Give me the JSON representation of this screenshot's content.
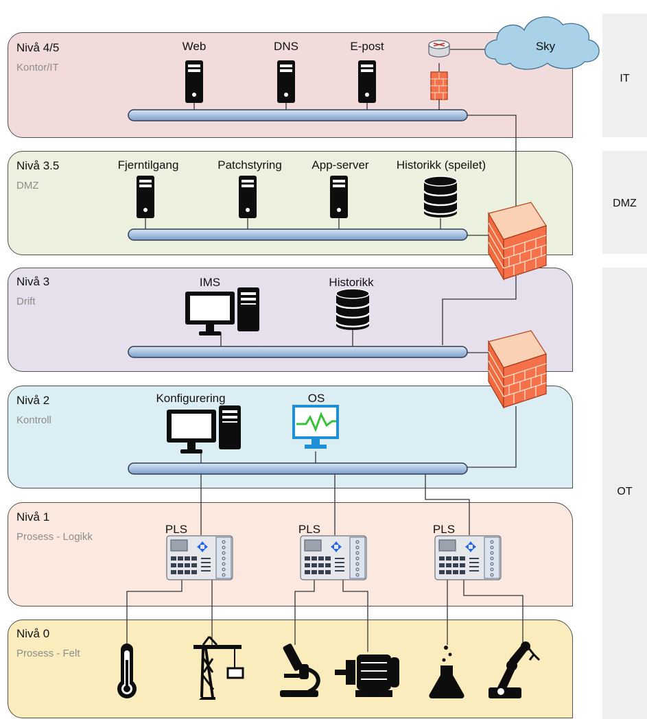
{
  "zones": [
    {
      "id": "it",
      "label": "IT"
    },
    {
      "id": "dmz",
      "label": "DMZ"
    },
    {
      "id": "ot",
      "label": "OT"
    }
  ],
  "levels": [
    {
      "id": "l45",
      "title": "Nivå 4/5",
      "subtitle": "Kontor/IT",
      "color": "#f2dcdb"
    },
    {
      "id": "l35",
      "title": "Nivå 3.5",
      "subtitle": "DMZ",
      "color": "#ebf1de"
    },
    {
      "id": "l3",
      "title": "Nivå 3",
      "subtitle": "Drift",
      "color": "#e6e0ec"
    },
    {
      "id": "l2",
      "title": "Nivå 2",
      "subtitle": "Kontroll",
      "color": "#dbeef4"
    },
    {
      "id": "l1",
      "title": "Nivå 1",
      "subtitle": "Prosess - Logikk",
      "color": "#fbe9e0"
    },
    {
      "id": "l0",
      "title": "Nivå 0",
      "subtitle": "Prosess - Felt",
      "color": "#fbecbd"
    }
  ],
  "labels": {
    "web": "Web",
    "dns": "DNS",
    "epost": "E-post",
    "sky": "Sky",
    "fjerntilgang": "Fjerntilgang",
    "patchstyring": "Patchstyring",
    "appserver": "App-server",
    "historikk_speilet": "Historikk (speilet)",
    "ims": "IMS",
    "historikk": "Historikk",
    "konfigurering": "Konfigurering",
    "os": "OS",
    "pls1": "PLS",
    "pls2": "PLS",
    "pls3": "PLS"
  },
  "icons": {
    "server": "server-icon",
    "database": "database-icon",
    "workstation": "workstation-icon",
    "hmi": "hmi-monitor-icon",
    "plc": "plc-icon",
    "firewall": "firewall-icon",
    "router": "router-icon",
    "cloud": "cloud-icon",
    "field_devices": [
      "thermometer-icon",
      "crane-icon",
      "microscope-icon",
      "motor-icon",
      "flask-icon",
      "robot-arm-icon"
    ]
  },
  "colors": {
    "bus_fill": "#b7cde6",
    "bus_stroke": "#2f3b52",
    "firewall": "#f4714a",
    "cloud": "#a9d1e8",
    "hmi_blue": "#1f8fd6",
    "hmi_green": "#36c23a"
  }
}
